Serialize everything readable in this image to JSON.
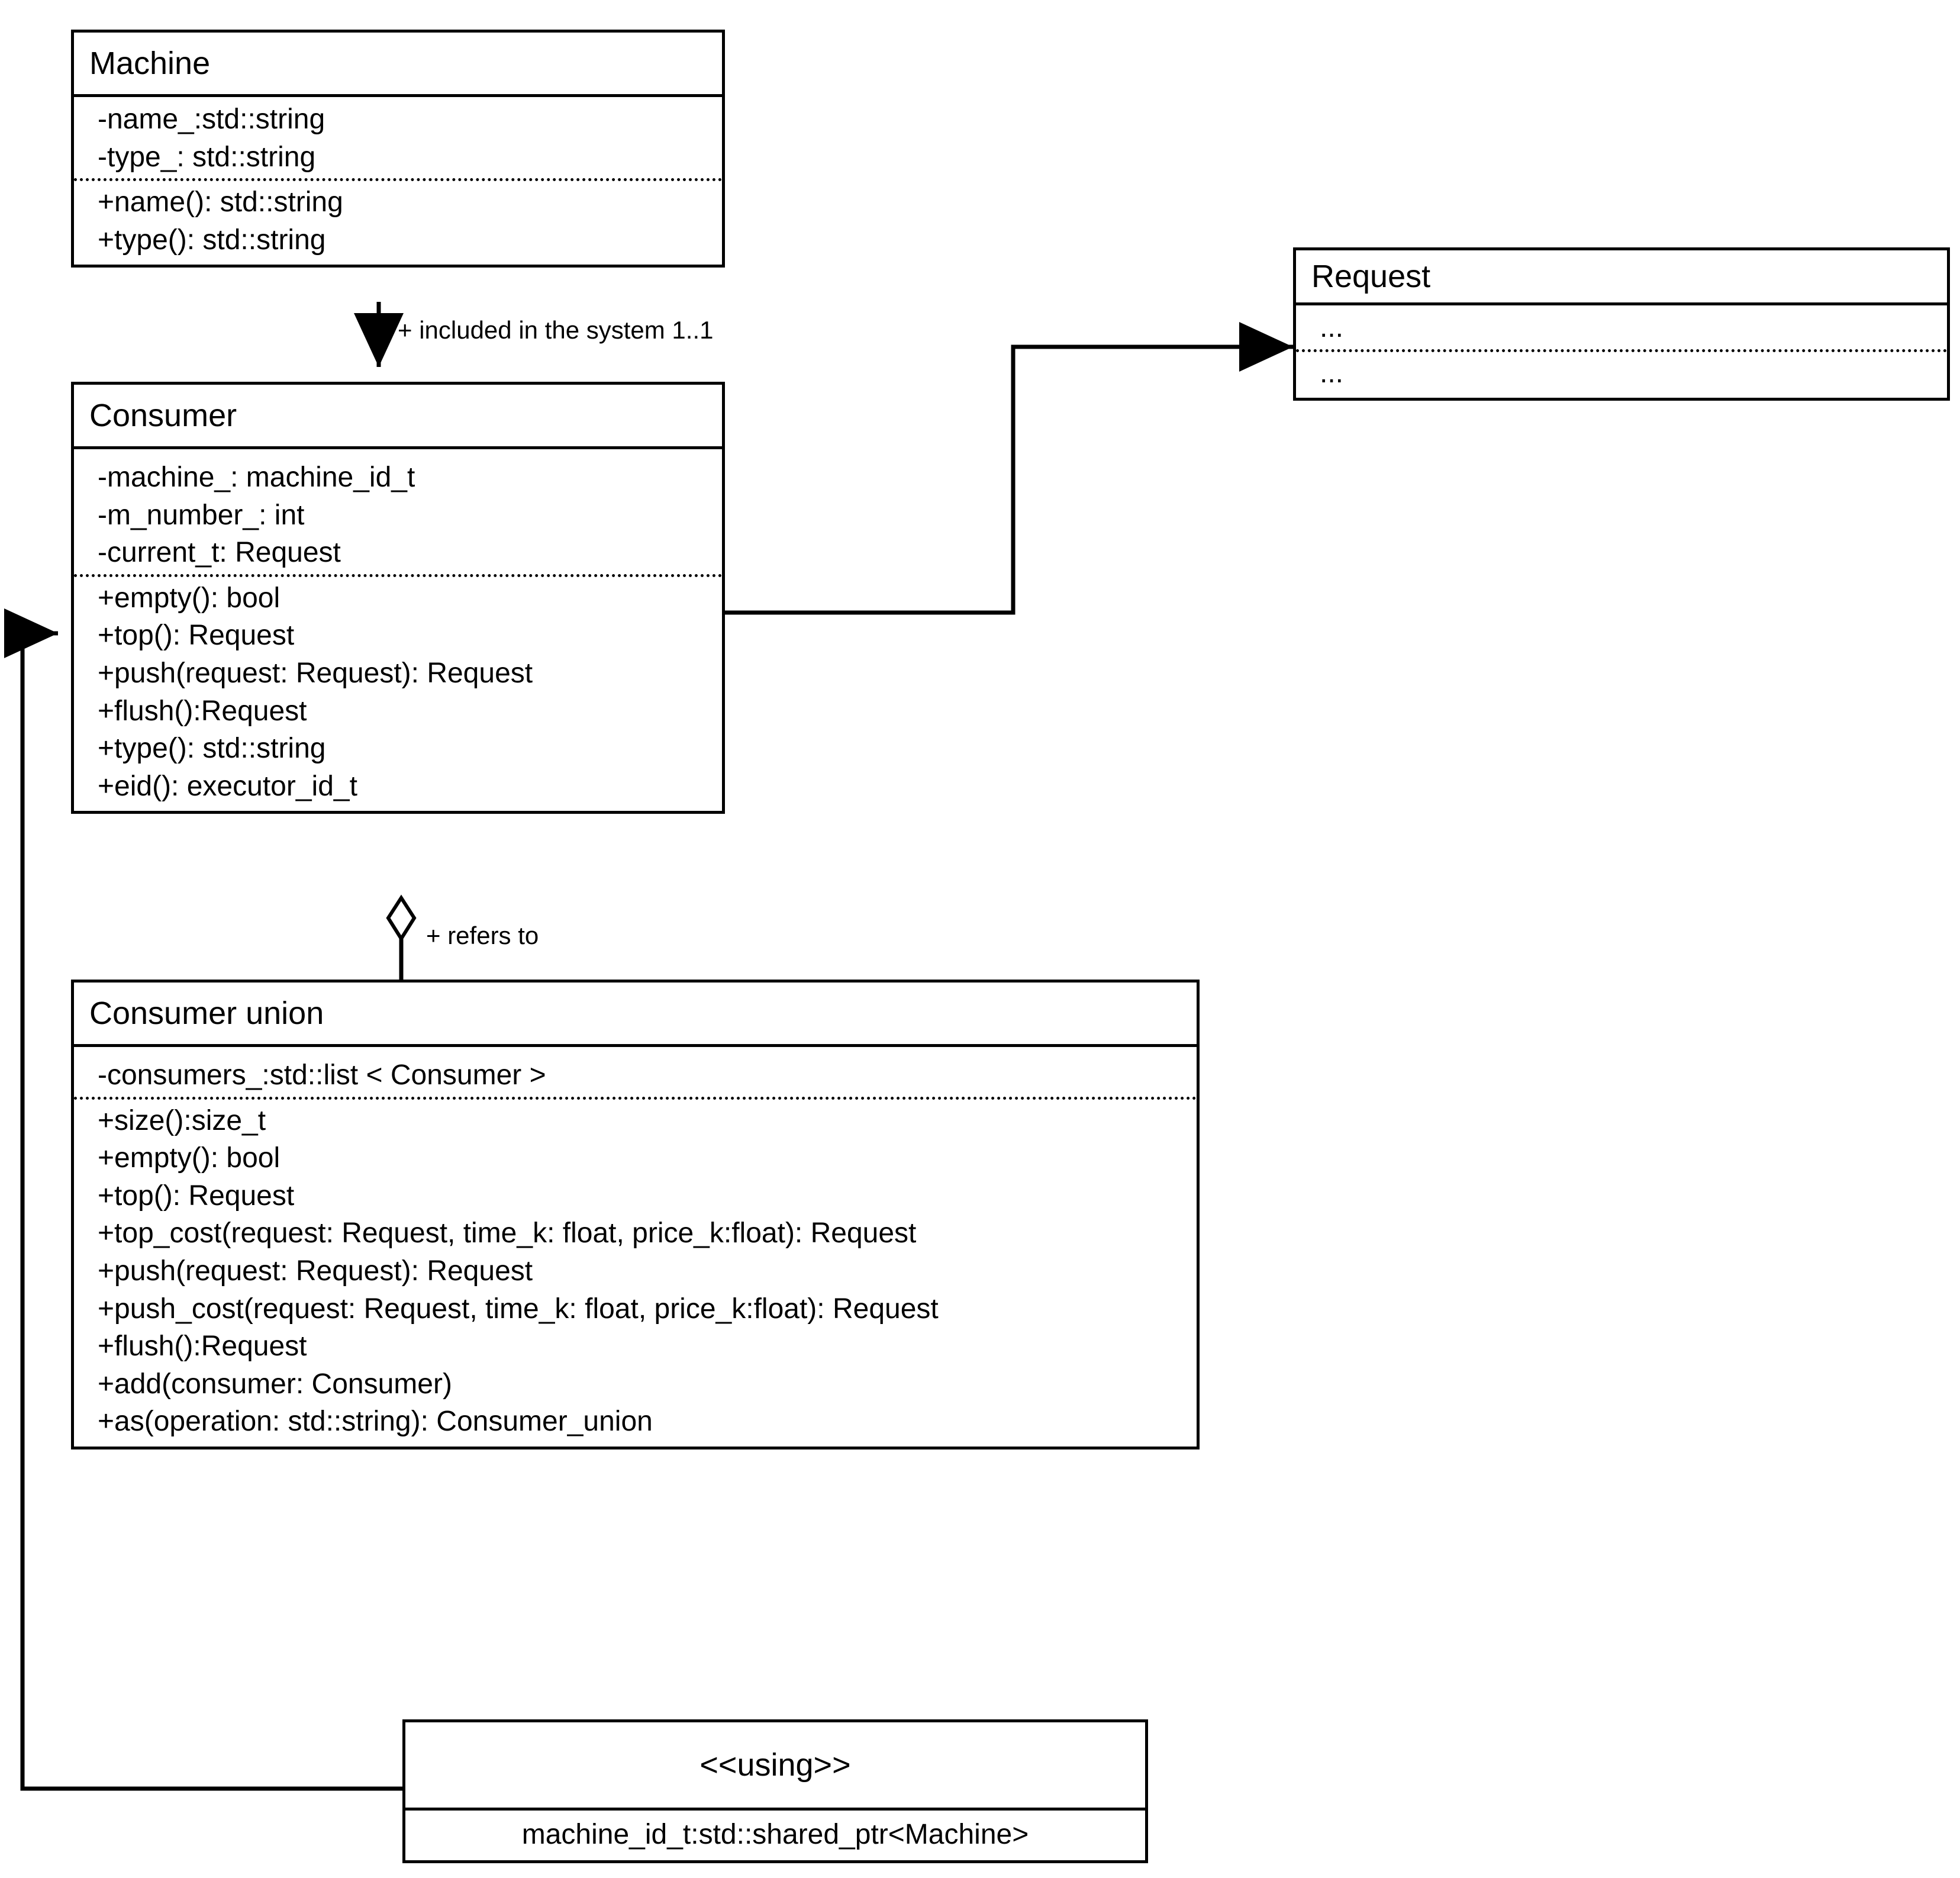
{
  "diagram": {
    "kind": "uml-class-diagram",
    "background": "#ffffff",
    "line_color": "#000000"
  },
  "classes": {
    "machine": {
      "name": "Machine",
      "attributes": [
        "-name_:std::string",
        "-type_: std::string"
      ],
      "methods": [
        "+name(): std::string",
        "+type(): std::string"
      ]
    },
    "consumer": {
      "name": "Consumer",
      "attributes": [
        "-machine_: machine_id_t",
        "-m_number_: int",
        "-current_t: Request"
      ],
      "methods": [
        "+empty(): bool",
        "+top(): Request",
        "+push(request: Request): Request",
        "+flush():Request",
        "+type(): std::string",
        "+eid(): executor_id_t"
      ]
    },
    "consumer_union": {
      "name": "Consumer union",
      "attributes": [
        "-consumers_:std::list < Consumer >"
      ],
      "methods": [
        "+size():size_t",
        "+empty(): bool",
        "+top(): Request",
        "+top_cost(request: Request, time_k: float, price_k:float): Request",
        "+push(request: Request): Request",
        "+push_cost(request: Request, time_k: float, price_k:float): Request",
        "+flush():Request",
        "+add(consumer: Consumer)",
        "+as(operation: std::string): Consumer_union"
      ]
    },
    "request": {
      "name": "Request",
      "attributes": [
        "..."
      ],
      "methods": [
        "..."
      ]
    },
    "using_alias": {
      "name": "<<using>>",
      "members": [
        "machine_id_t:std::shared_ptr<Machine>"
      ]
    }
  },
  "relations": {
    "machine_to_consumer": {
      "label": "+ included in the system 1..1",
      "arrow": "open-arrow",
      "from": "Machine",
      "to": "Consumer"
    },
    "consumer_union_to_consumer": {
      "label": "+ refers to",
      "arrow": "aggregation-diamond",
      "from": "Consumer union",
      "to": "Consumer"
    },
    "consumer_to_request": {
      "label": "",
      "arrow": "open-arrow",
      "from": "Consumer",
      "to": "Request"
    },
    "using_to_consumer": {
      "label": "",
      "arrow": "open-arrow",
      "from": "<<using>>",
      "to": "Consumer"
    }
  }
}
